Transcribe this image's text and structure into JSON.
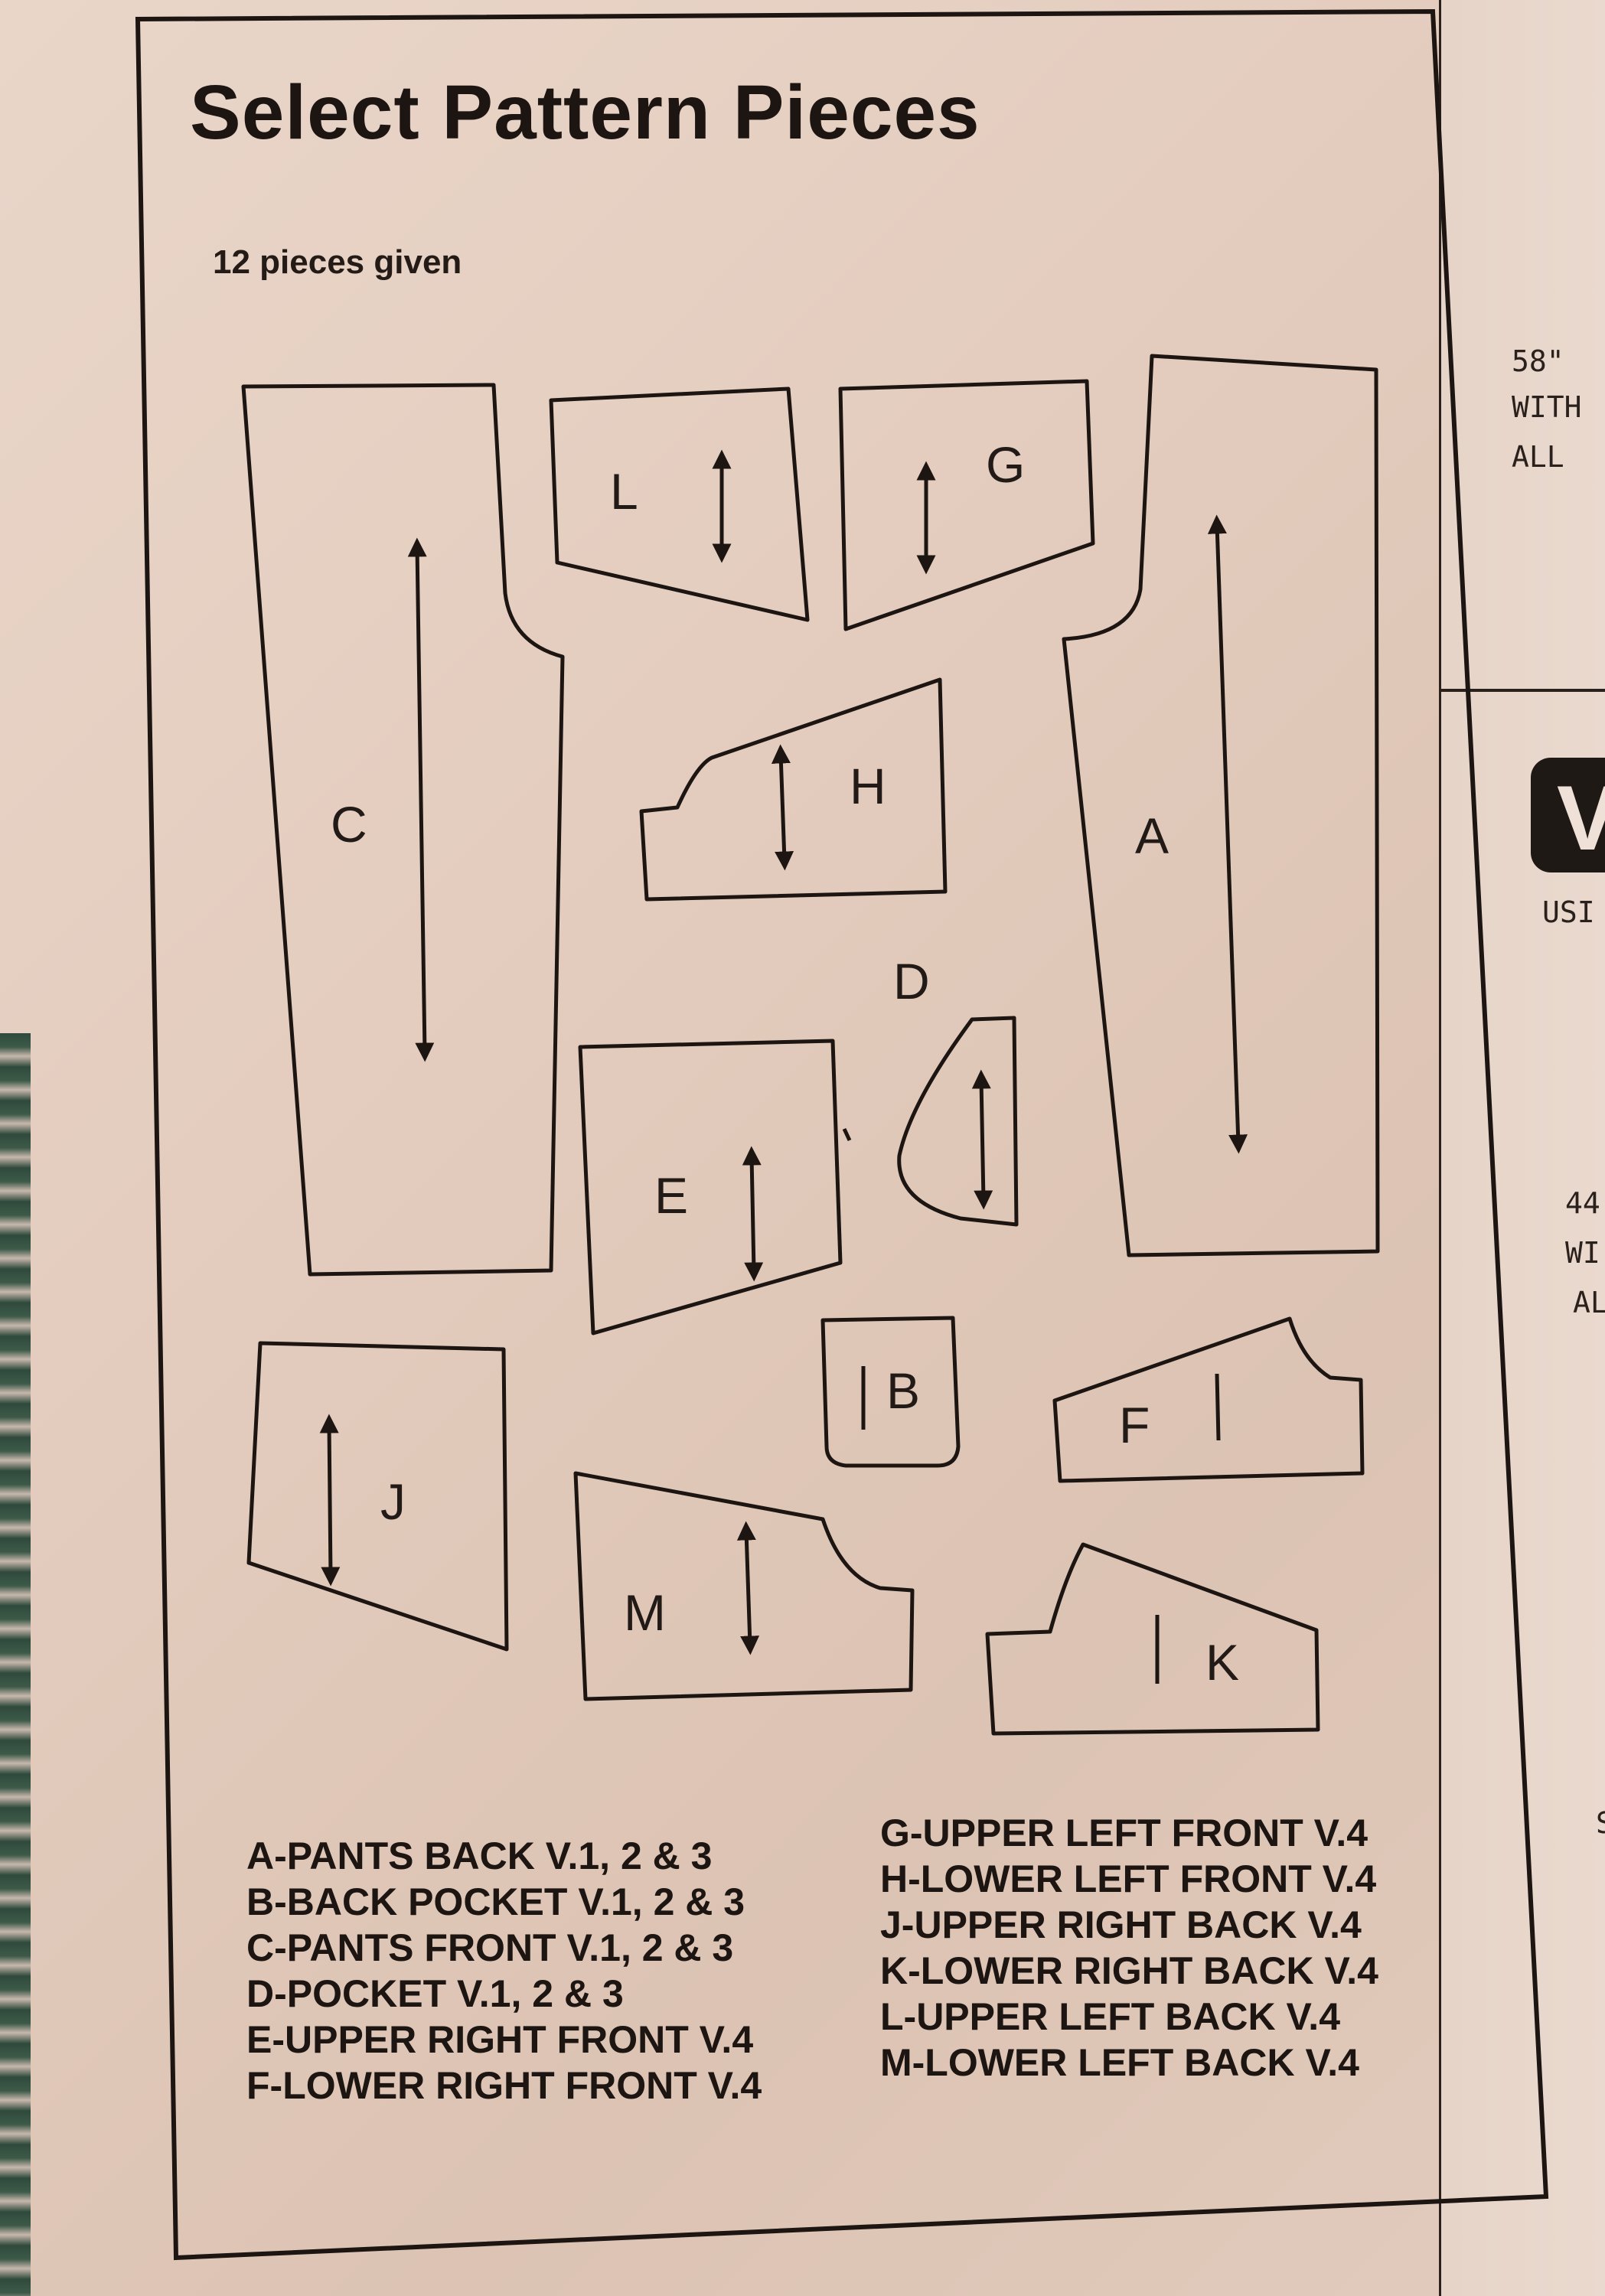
{
  "title": "Select Pattern Pieces",
  "pieces_count": "12 pieces given",
  "pieces": {
    "A": "A",
    "B": "B",
    "C": "C",
    "D": "D",
    "E": "E",
    "F": "F",
    "G": "G",
    "H": "H",
    "J": "J",
    "K": "K",
    "L": "L",
    "M": "M"
  },
  "legend_left": [
    "A-PANTS BACK V.1, 2 & 3",
    "B-BACK POCKET V.1, 2 & 3",
    "C-PANTS FRONT V.1, 2 & 3",
    "D-POCKET V.1, 2 & 3",
    "E-UPPER RIGHT FRONT V.4",
    "F-LOWER RIGHT FRONT V.4"
  ],
  "legend_right": [
    "G-UPPER LEFT FRONT V.4",
    "H-LOWER LEFT FRONT V.4",
    "J-UPPER RIGHT BACK V.4",
    "K-LOWER RIGHT BACK V.4",
    "L-UPPER LEFT BACK V.4",
    "M-LOWER LEFT BACK V.4"
  ],
  "side_panel": {
    "line1": "58\"",
    "line2": "WITH",
    "line3": "ALL",
    "logo": "V",
    "usa": "USI",
    "line4": "44",
    "line5": "WI",
    "line6": "AL",
    "line7": "S"
  },
  "colors": {
    "paper": "#e4cdbf",
    "ink": "#1c1512"
  }
}
